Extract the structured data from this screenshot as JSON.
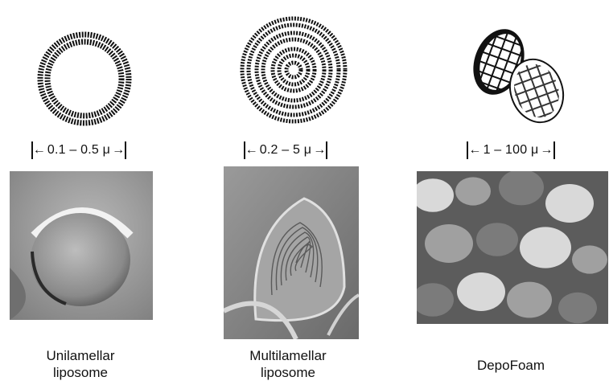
{
  "panels": [
    {
      "id": "unilamellar",
      "size_range": "0.1 – 0.5 μ",
      "caption_line1": "Unilamellar",
      "caption_line2": "liposome"
    },
    {
      "id": "multilamellar",
      "size_range": "0.2 – 5 μ",
      "caption_line1": "Multilamellar",
      "caption_line2": "liposome"
    },
    {
      "id": "depofoam",
      "size_range": "1 – 100 μ",
      "caption_line1": "DepoFoam",
      "caption_line2": ""
    }
  ],
  "colors": {
    "ink": "#111111",
    "background": "#ffffff",
    "micrograph_gray": "#8a8a8a"
  }
}
